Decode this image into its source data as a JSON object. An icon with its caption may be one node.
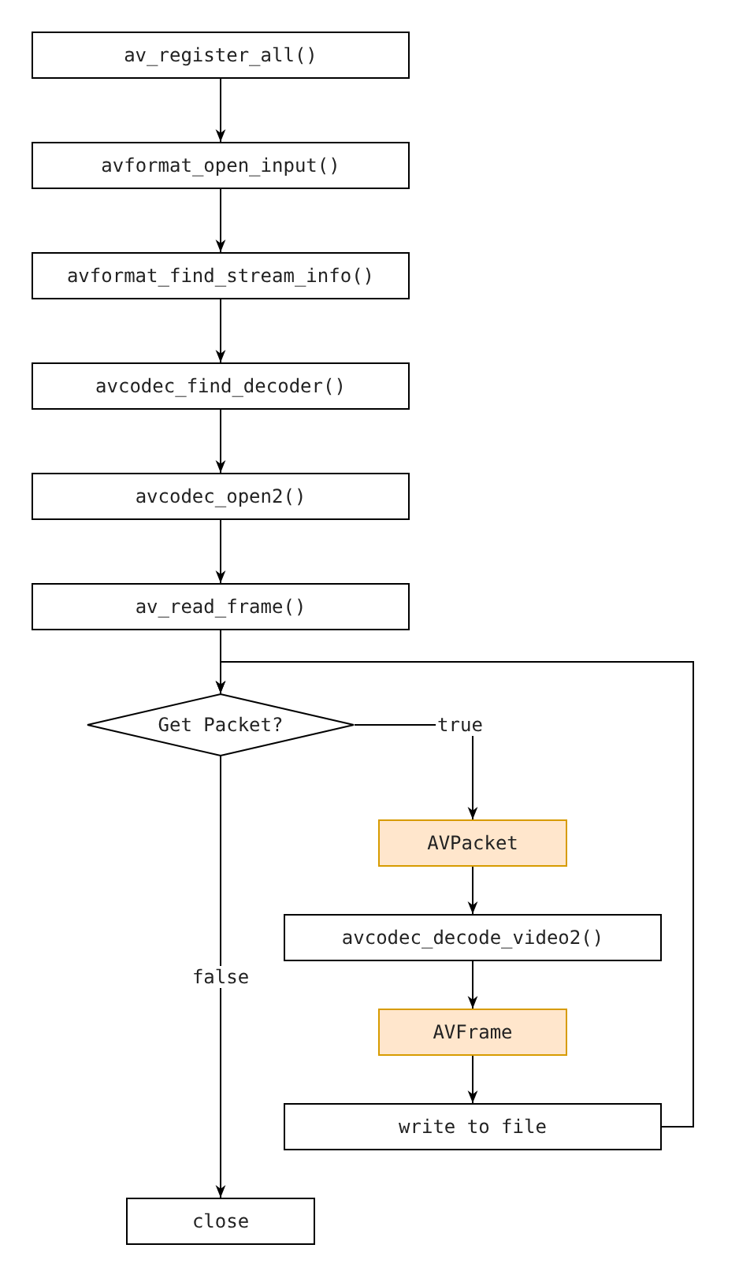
{
  "diagram": {
    "nodes": [
      {
        "text": [
          "av_register_all()"
        ]
      },
      {
        "text": [
          "avformat_open_input()"
        ]
      },
      {
        "text": [
          "avformat_find_stream_info()"
        ]
      },
      {
        "text": [
          "avcodec_find_decoder()"
        ]
      },
      {
        "text": [
          "avcodec_open2()"
        ]
      },
      {
        "text": [
          "av_read_frame()"
        ]
      },
      {
        "text": [
          "Get Packet?"
        ]
      },
      {
        "text": [
          "AVPacket"
        ]
      },
      {
        "text": [
          "avcodec_decode_video2()"
        ]
      },
      {
        "text": [
          "AVFrame"
        ]
      },
      {
        "text": [
          "write to file"
        ]
      },
      {
        "text": [
          "close"
        ]
      }
    ],
    "edges": [
      {
        "from": 0,
        "to": 1,
        "arrow": "to"
      },
      {
        "from": 1,
        "to": 2,
        "arrow": "to"
      },
      {
        "from": 2,
        "to": 3,
        "arrow": "to"
      },
      {
        "from": 3,
        "to": 4,
        "arrow": "to"
      },
      {
        "from": 4,
        "to": 5,
        "arrow": "to"
      },
      {
        "from": 5,
        "to": 6,
        "arrow": "to"
      },
      {
        "from": 6,
        "to": 7,
        "arrow": "to",
        "label": "true"
      },
      {
        "from": 7,
        "to": 8,
        "arrow": "to"
      },
      {
        "from": 8,
        "to": 9,
        "arrow": "to"
      },
      {
        "from": 9,
        "to": 10,
        "arrow": "to"
      },
      {
        "from": 10,
        "to": 6,
        "arrow": "to"
      },
      {
        "from": 6,
        "to": 11,
        "arrow": "to",
        "label": "false"
      }
    ]
  }
}
